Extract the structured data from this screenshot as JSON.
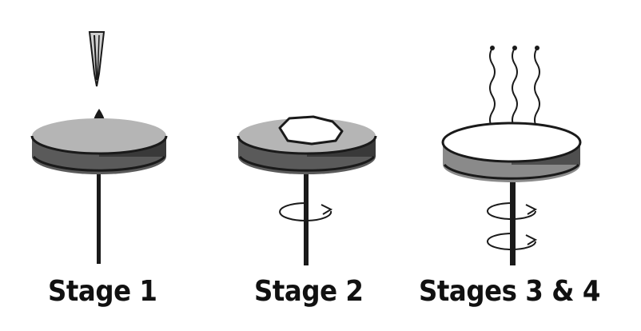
{
  "stages": [
    {
      "label": "Stage 1"
    },
    {
      "label": "Stage 2"
    },
    {
      "label": "Stages 3 & 4"
    }
  ],
  "colors": {
    "disk_top": "#b5b5b5",
    "disk_side": "#5a5a5a",
    "disk_edge": "#1a1a1a",
    "film": "#ffffff",
    "shaft": "#1a1a1a",
    "text": "#111111"
  },
  "icons": {
    "dropper": "pipette-icon",
    "droplet": "droplet-icon",
    "rotation": "rotation-arrow-icon",
    "evaporation": "vapor-wave-icon"
  }
}
